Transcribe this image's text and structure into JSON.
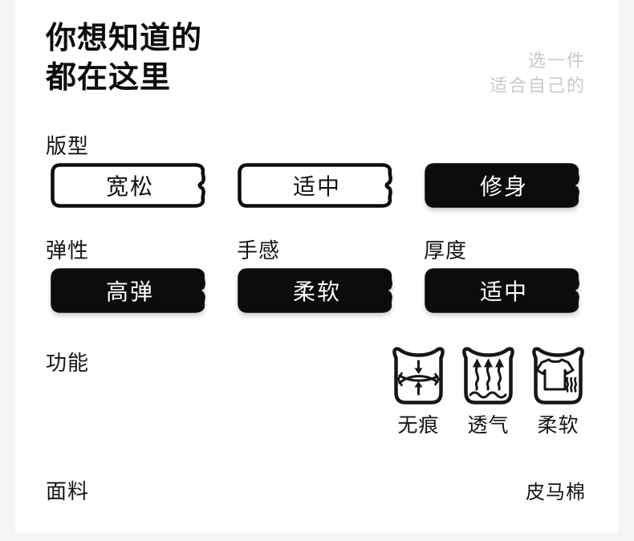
{
  "page": {
    "bg_color": "#f5f5f5",
    "card_color": "#ffffff",
    "accent_black": "#0c0c0c",
    "muted_gray": "#c8c8c8"
  },
  "header": {
    "title_line1": "你想知道的",
    "title_line2": "都在这里",
    "tagline_line1": "选一件",
    "tagline_line2": "适合自己的"
  },
  "sections": {
    "fit": {
      "label": "版型",
      "options": [
        {
          "label": "宽松",
          "selected": false
        },
        {
          "label": "适中",
          "selected": false
        },
        {
          "label": "修身",
          "selected": true
        }
      ]
    },
    "elasticity": {
      "label": "弹性",
      "value": "高弹"
    },
    "feel": {
      "label": "手感",
      "value": "柔软"
    },
    "thickness": {
      "label": "厚度",
      "value": "适中"
    },
    "function": {
      "label": "功能",
      "items": [
        {
          "label": "无痕",
          "icon": "seamless-icon"
        },
        {
          "label": "透气",
          "icon": "breathable-icon"
        },
        {
          "label": "柔软",
          "icon": "soft-icon"
        }
      ]
    },
    "fabric": {
      "label": "面料",
      "value": "皮马棉"
    }
  }
}
